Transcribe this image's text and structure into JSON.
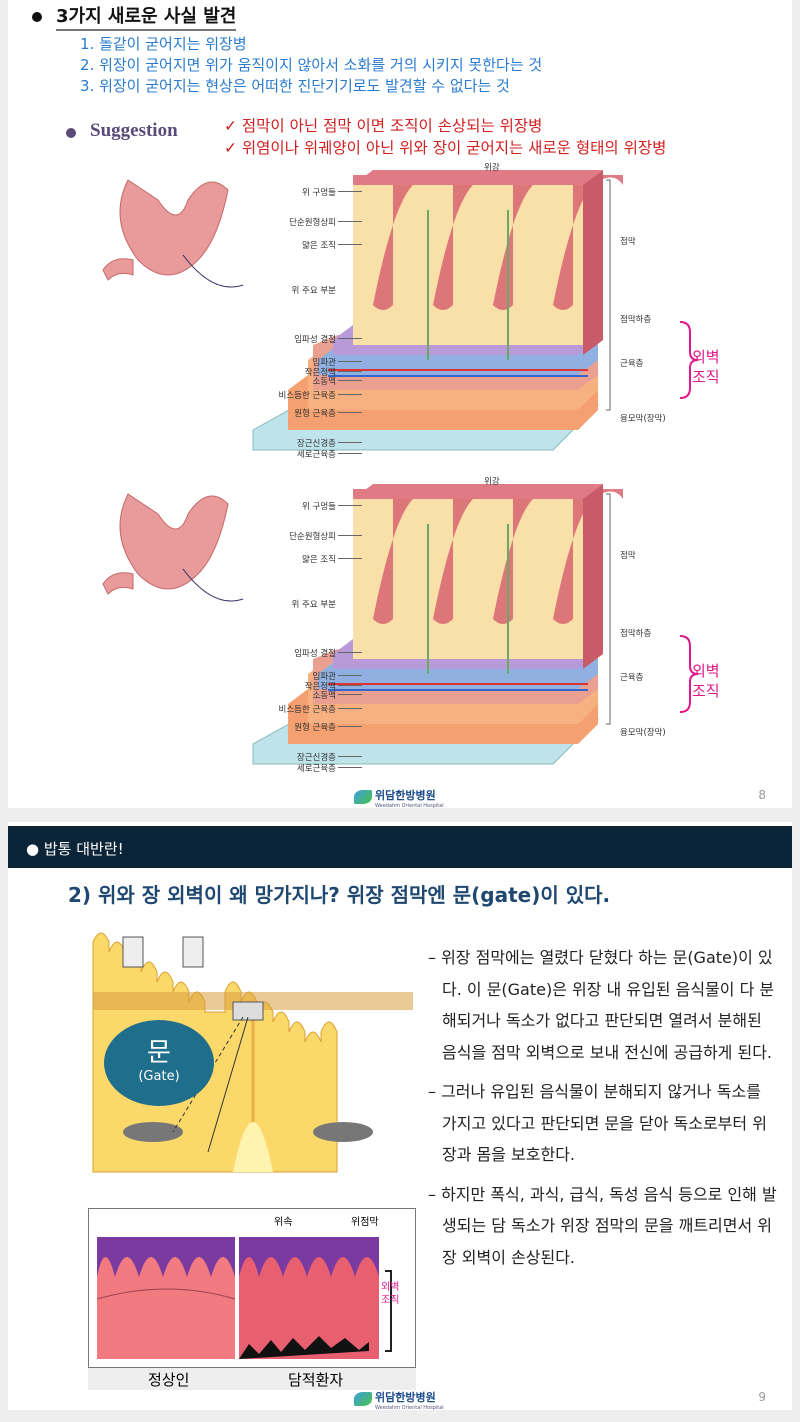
{
  "slide1": {
    "heading": "3가지 새로운 사실 발견",
    "facts": [
      "1. 돌같이 굳어지는 위장병",
      "2. 위장이 굳어지면 위가 움직이지 않아서 소화를 거의 시키지 못한다는 것",
      "3. 위장이 굳어지는 현상은 어떠한 진단기기로도 발견할 수 없다는 것"
    ],
    "suggestion_label": "Suggestion",
    "suggestions": [
      "✓ 점막이 아닌 점막 이면 조직이 손상되는 위장병",
      "✓ 위염이나 위궤양이 아닌 위와 장이 굳어지는 새로운 형태의 위장병"
    ],
    "diagram": {
      "top_label": "위강",
      "left_labels": [
        "위 구멍들",
        "단순원형상피",
        "얇은 조직",
        "위 주요 부분",
        "임파성 결절",
        "임파관",
        "작은정맥",
        "소동맥",
        "비스듬한 근육층",
        "원형 근육층",
        "장근신경층",
        "세로근육층"
      ],
      "right_labels": [
        "점막",
        "점막하층",
        "근육층",
        "융모막(장막)"
      ],
      "wall_label": [
        "외벽",
        "조직"
      ]
    },
    "logo": {
      "name": "위담한방병원",
      "sub": "Weedahm Oriental Hospital"
    },
    "page_number": "8"
  },
  "slide2": {
    "header": "● 밥통 대반란!",
    "title": "2) 위와 장 외벽이 왜 망가지나? 위장 점막엔 문(gate)이 있다.",
    "gate_bubble": {
      "main": "문",
      "sub": "(Gate)"
    },
    "compare_labels": {
      "top_left": "위속",
      "top_right": "위점막",
      "wall": [
        "외벽",
        "조직"
      ],
      "normal": "정상인",
      "patient": "담적환자"
    },
    "paragraphs": [
      "– 위장 점막에는 열렸다 닫혔다 하는 문(Gate)이 있다. 이 문(Gate)은 위장 내 유입된 음식물이 다 분해되거나 독소가 없다고 판단되면 열려서 분해된 음식을 점막 외벽으로 보내 전신에 공급하게 된다.",
      "– 그러나 유입된 음식물이 분해되지 않거나 독소를 가지고 있다고 판단되면 문을 닫아 독소로부터 위장과 몸을 보호한다.",
      "– 하지만 폭식, 과식, 급식, 독성 음식 등으로 인해 발생되는 담 독소가 위장 점막의 문을 깨트리면서 위장 외벽이 손상된다."
    ],
    "logo": {
      "name": "위담한방병원",
      "sub": "Weedahm Oriental Hospital"
    },
    "page_number": "9"
  },
  "colors": {
    "navy": "#0c2438",
    "blue": "#2a7bd0",
    "red": "#d21f1f",
    "magenta": "#e0188a"
  }
}
